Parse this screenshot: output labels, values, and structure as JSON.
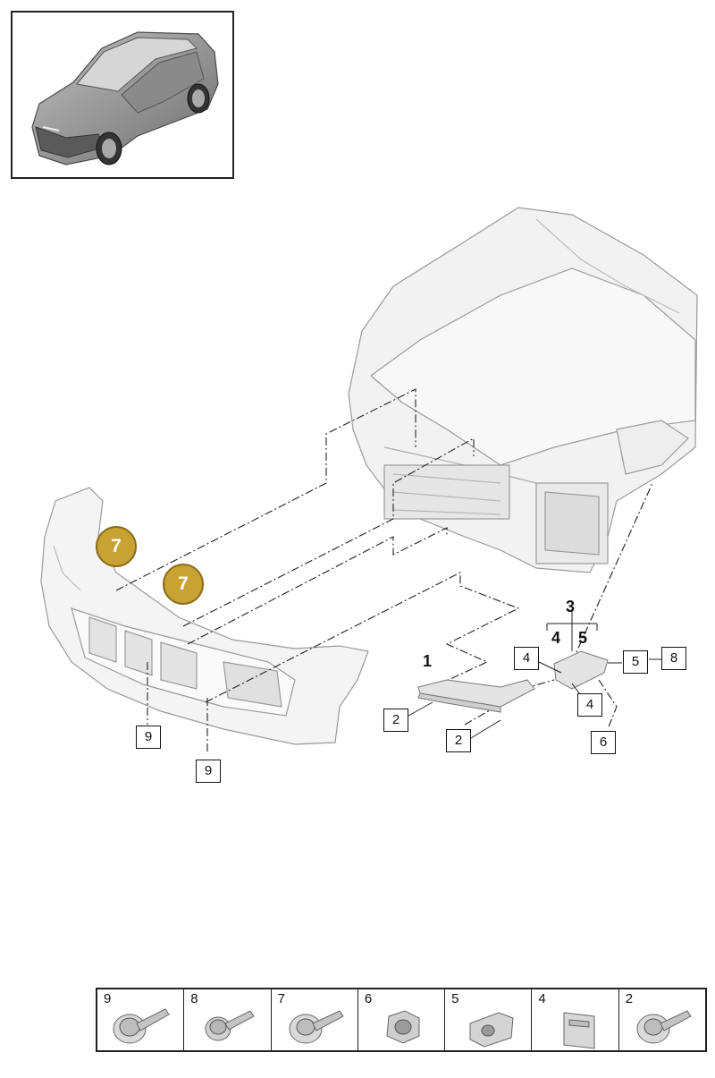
{
  "callouts": {
    "part_1": "1",
    "part_2_left": "2",
    "part_2_right": "2",
    "part_3": "3",
    "part_4_top": "4",
    "part_5_top": "5",
    "part_4_box_left": "4",
    "part_4_box_lower": "4",
    "part_5_box": "5",
    "part_8_box": "8",
    "part_6_box": "6",
    "part_9_left": "9",
    "part_9_right": "9",
    "part_7_upper": "7",
    "part_7_lower": "7"
  },
  "parts_table": [
    {
      "number": "9",
      "icon": "screw-with-washer-icon"
    },
    {
      "number": "8",
      "icon": "screw-icon"
    },
    {
      "number": "7",
      "icon": "screw-with-washer-icon"
    },
    {
      "number": "6",
      "icon": "hex-nut-icon"
    },
    {
      "number": "5",
      "icon": "clip-nut-icon"
    },
    {
      "number": "4",
      "icon": "spring-clip-icon"
    },
    {
      "number": "2",
      "icon": "screw-with-washer-icon"
    }
  ],
  "colors": {
    "highlight_badge": "#c8a233",
    "line": "#222222",
    "part_fill": "#ededed"
  }
}
